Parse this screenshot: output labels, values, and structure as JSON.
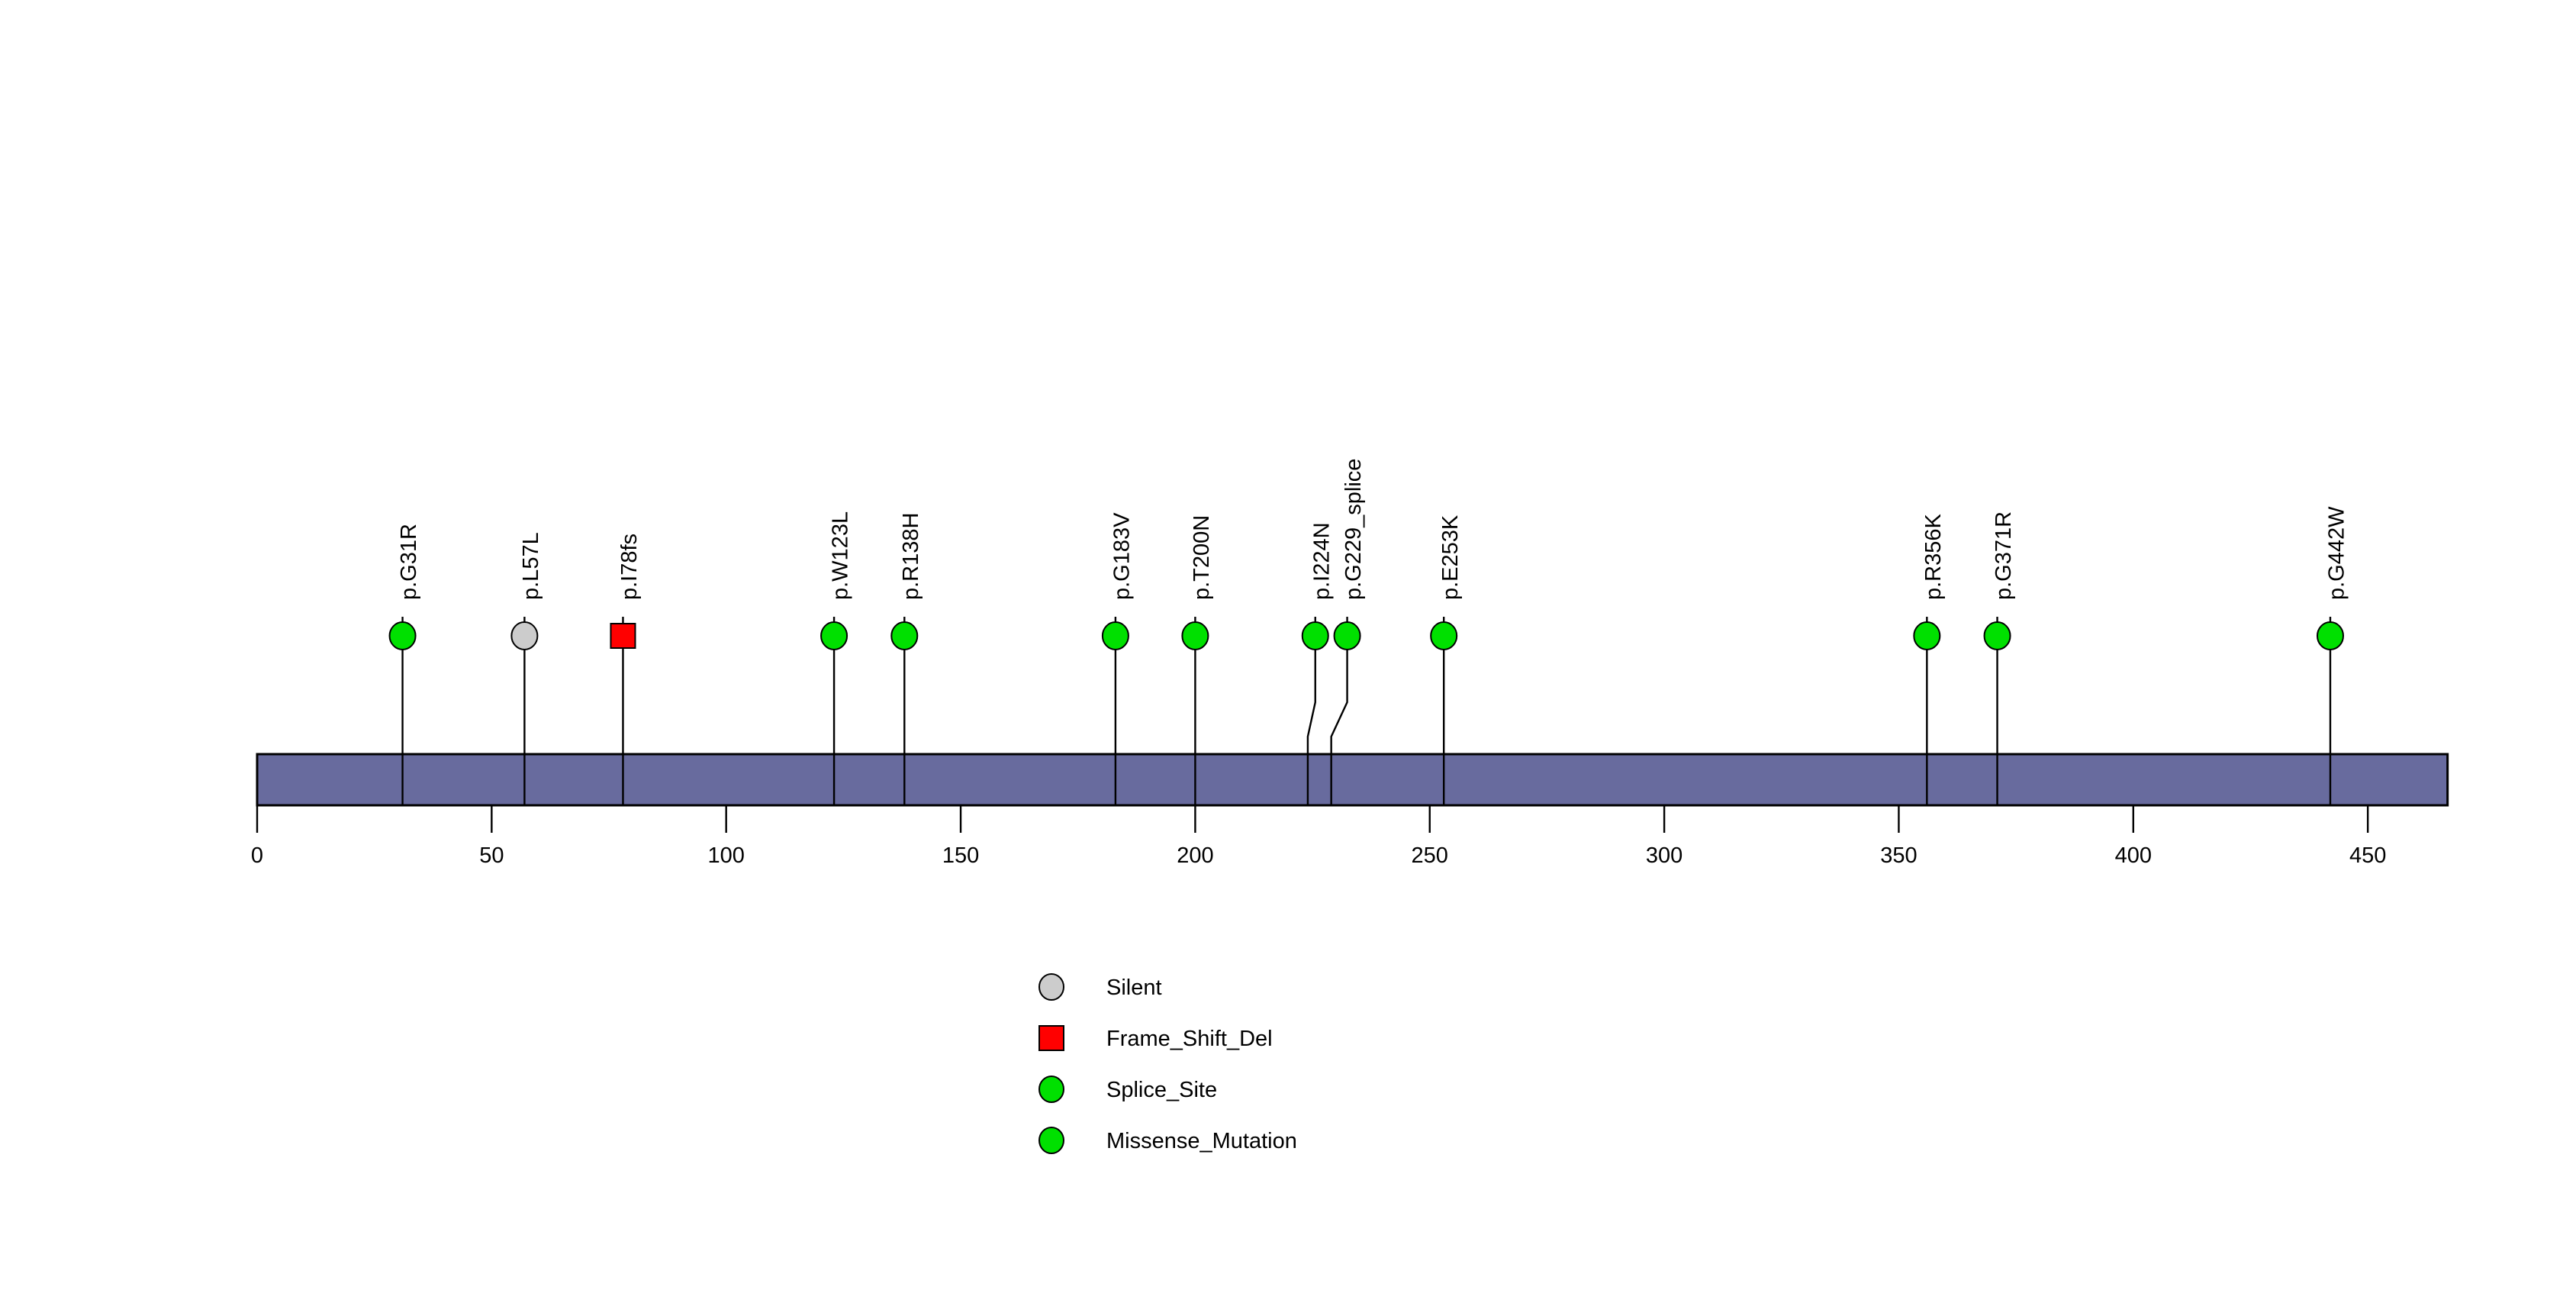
{
  "chart_data": {
    "type": "lollipop",
    "title": "",
    "xlabel": "",
    "ylabel": "",
    "protein_length": 467,
    "xlim": [
      0,
      467
    ],
    "grid": false,
    "axis_ticks": [
      {
        "value": 0,
        "label": "0"
      },
      {
        "value": 50,
        "label": "50"
      },
      {
        "value": 100,
        "label": "100"
      },
      {
        "value": 150,
        "label": "150"
      },
      {
        "value": 200,
        "label": "200"
      },
      {
        "value": 250,
        "label": "250"
      },
      {
        "value": 300,
        "label": "300"
      },
      {
        "value": 350,
        "label": "350"
      },
      {
        "value": 400,
        "label": "400"
      },
      {
        "value": 450,
        "label": "450"
      }
    ],
    "domain_track": {
      "name": "protein-backbone",
      "start": 0,
      "end": 467,
      "fill": "#686B9E",
      "stroke": "#000000"
    },
    "mutations": [
      {
        "label": "p.G31R",
        "position": 31,
        "type": "Missense_Mutation",
        "shape": "circle",
        "color": "#00E000",
        "label_offset": 0
      },
      {
        "label": "p.L57L",
        "position": 57,
        "type": "Silent",
        "shape": "circle",
        "color": "#CCCCCC",
        "label_offset": 0
      },
      {
        "label": "p.I78fs",
        "position": 78,
        "type": "Frame_Shift_Del",
        "shape": "square",
        "color": "#FF0000",
        "label_offset": 0
      },
      {
        "label": "p.W123L",
        "position": 123,
        "type": "Missense_Mutation",
        "shape": "circle",
        "color": "#00E000",
        "label_offset": 0
      },
      {
        "label": "p.R138H",
        "position": 138,
        "type": "Missense_Mutation",
        "shape": "circle",
        "color": "#00E000",
        "label_offset": 0
      },
      {
        "label": "p.G183V",
        "position": 183,
        "type": "Missense_Mutation",
        "shape": "circle",
        "color": "#00E000",
        "label_offset": 0
      },
      {
        "label": "p.T200N",
        "position": 200,
        "type": "Missense_Mutation",
        "shape": "circle",
        "color": "#00E000",
        "label_offset": 0
      },
      {
        "label": "p.I224N",
        "position": 224,
        "type": "Missense_Mutation",
        "shape": "circle",
        "color": "#00E000",
        "label_offset": 1.6
      },
      {
        "label": "p.G229_splice",
        "position": 229,
        "type": "Splice_Site",
        "shape": "circle",
        "color": "#00E000",
        "label_offset": 3.4
      },
      {
        "label": "p.E253K",
        "position": 253,
        "type": "Missense_Mutation",
        "shape": "circle",
        "color": "#00E000",
        "label_offset": 0
      },
      {
        "label": "p.R356K",
        "position": 356,
        "type": "Missense_Mutation",
        "shape": "circle",
        "color": "#00E000",
        "label_offset": 0
      },
      {
        "label": "p.G371R",
        "position": 371,
        "type": "Missense_Mutation",
        "shape": "circle",
        "color": "#00E000",
        "label_offset": 0
      },
      {
        "label": "p.G442W",
        "position": 442,
        "type": "Missense_Mutation",
        "shape": "circle",
        "color": "#00E000",
        "label_offset": 0
      }
    ],
    "legend": {
      "position": "bottom-center",
      "entries": [
        {
          "label": "Silent",
          "shape": "circle",
          "color": "#CCCCCC"
        },
        {
          "label": "Frame_Shift_Del",
          "shape": "square",
          "color": "#FF0000"
        },
        {
          "label": "Splice_Site",
          "shape": "circle",
          "color": "#00E000"
        },
        {
          "label": "Missense_Mutation",
          "shape": "circle",
          "color": "#00E000"
        }
      ]
    }
  }
}
